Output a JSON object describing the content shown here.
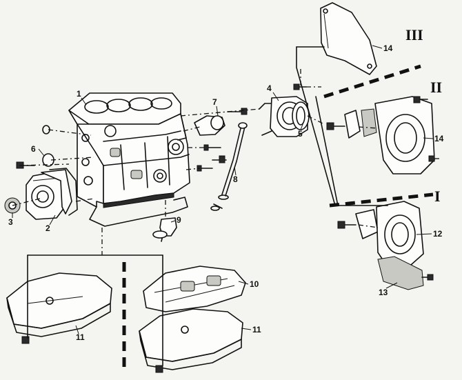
{
  "callouts": {
    "c1": "1",
    "c2": "2",
    "c3": "3",
    "c4": "4",
    "c5": "5",
    "c6": "6",
    "c7": "7",
    "c8": "8",
    "c9": "9",
    "c10": "10",
    "c11a": "11",
    "c11b": "11",
    "c12": "12",
    "c13": "13",
    "c14a": "14",
    "c14b": "14"
  },
  "variants": {
    "v1": "I",
    "v2": "II",
    "v3": "III"
  }
}
